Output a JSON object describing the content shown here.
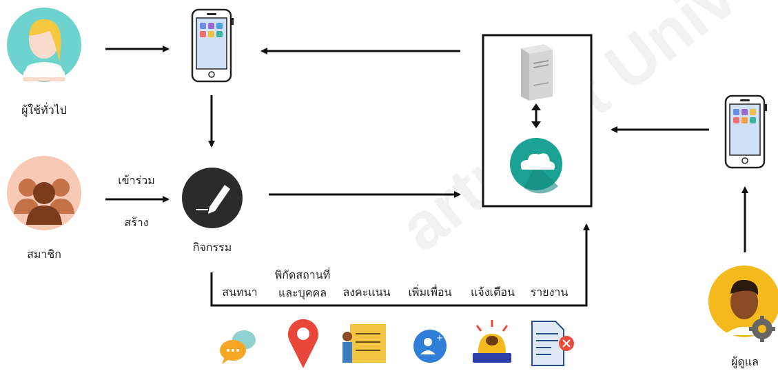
{
  "nodes": {
    "general_user": "ผู้ใช้ทั่วไป",
    "member": "สมาชิก",
    "activity": "กิจกรรม",
    "admin": "ผู้ดูแล"
  },
  "edges": {
    "join": "เข้าร่วม",
    "create": "สร้าง"
  },
  "features": [
    {
      "label": "สนทนา",
      "icon": "chat-bubbles-icon"
    },
    {
      "label": "พิกัดสถานที่\nและบุคคล",
      "icon": "map-pin-icon"
    },
    {
      "label": "ลงคะแนน",
      "icon": "vote-checklist-icon"
    },
    {
      "label": "เพิ่มเพื่อน",
      "icon": "add-friend-icon"
    },
    {
      "label": "แจ้งเตือน",
      "icon": "alarm-siren-icon"
    },
    {
      "label": "รายงาน",
      "icon": "report-document-icon"
    }
  ],
  "watermark": "artment University",
  "colors": {
    "teal": "#6ed3cf",
    "peach": "#f6c9b5",
    "brown": "#b5623a",
    "dark": "#2b2b2b",
    "cloud": "#1aa394",
    "yellow": "#f4b91c"
  }
}
